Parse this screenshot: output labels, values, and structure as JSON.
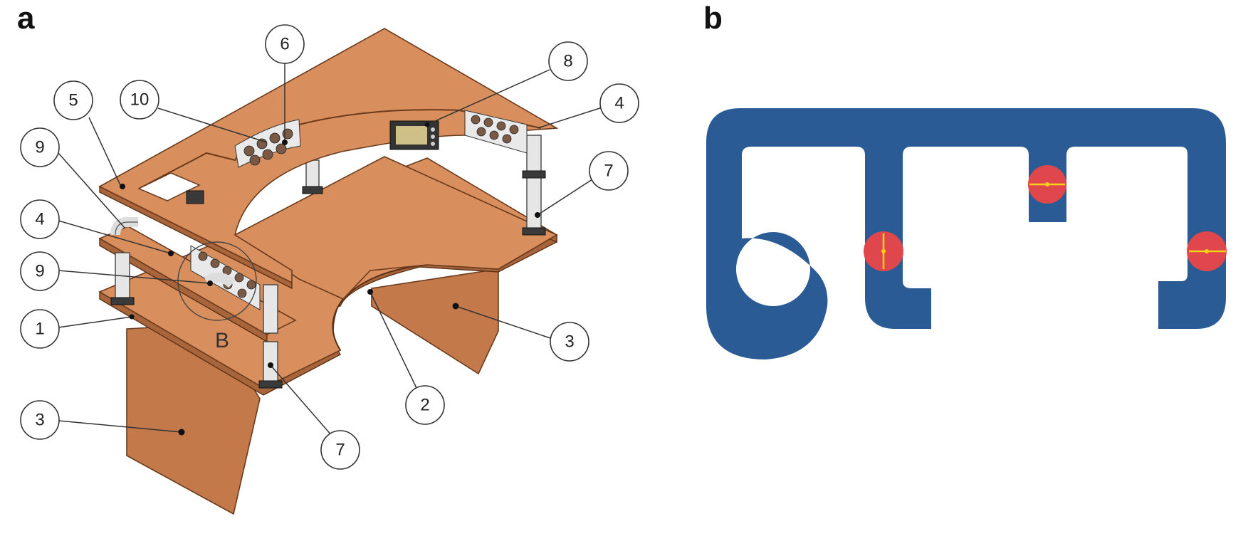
{
  "panels": {
    "a": {
      "label": "a"
    },
    "b": {
      "label": "b"
    }
  },
  "detail_label": "B",
  "callouts": [
    {
      "id": "c1",
      "text": "1"
    },
    {
      "id": "c2",
      "text": "2"
    },
    {
      "id": "c3a",
      "text": "3"
    },
    {
      "id": "c3b",
      "text": "3"
    },
    {
      "id": "c4a",
      "text": "4"
    },
    {
      "id": "c4b",
      "text": "4"
    },
    {
      "id": "c5",
      "text": "5"
    },
    {
      "id": "c6",
      "text": "6"
    },
    {
      "id": "c7a",
      "text": "7"
    },
    {
      "id": "c7b",
      "text": "7"
    },
    {
      "id": "c8",
      "text": "8"
    },
    {
      "id": "c9a",
      "text": "9"
    },
    {
      "id": "c9b",
      "text": "9"
    },
    {
      "id": "c10",
      "text": "10"
    }
  ],
  "colors": {
    "wood": "#d98f5d",
    "frame_blue": "#2a5b94",
    "marker_red": "#e0474c",
    "marker_yellow": "#f3d21b"
  }
}
